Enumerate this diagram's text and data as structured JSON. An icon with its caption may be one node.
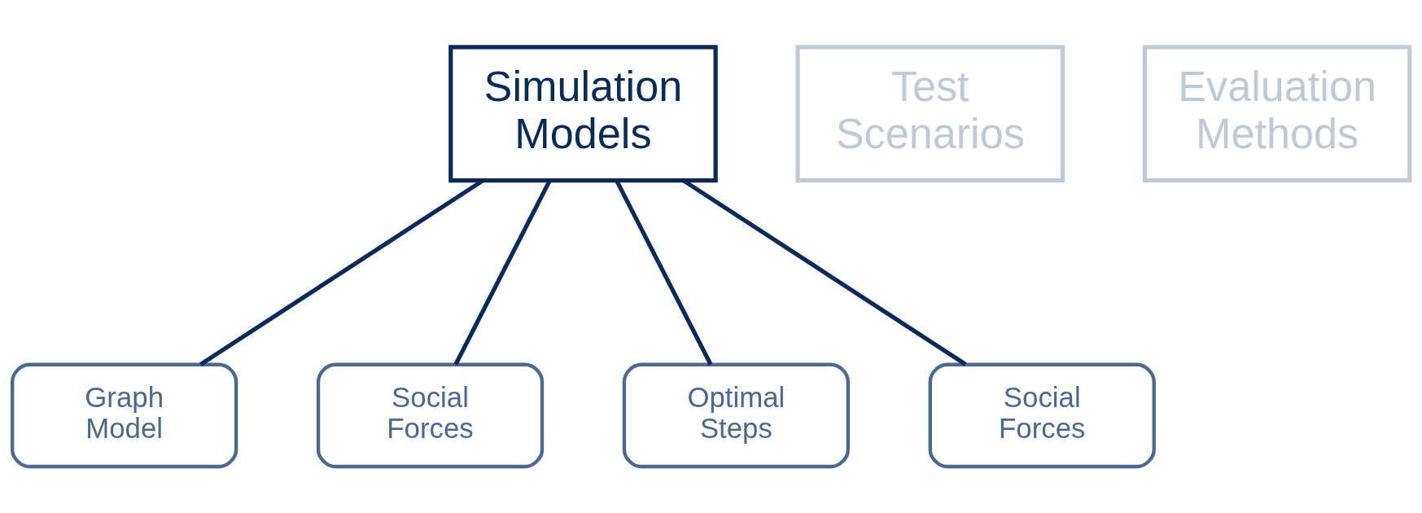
{
  "diagram": {
    "nodes": [
      {
        "text": [
          "Simulation Models"
        ]
      },
      {
        "text": [
          "Test Scenarios"
        ]
      },
      {
        "text": [
          "Evaluation Methods"
        ]
      },
      {
        "text": [
          "Graph Model"
        ]
      },
      {
        "text": [
          "Social Forces"
        ]
      },
      {
        "text": [
          "Optimal Steps"
        ]
      },
      {
        "text": [
          "Social Forces"
        ]
      }
    ],
    "edges": [
      {
        "from": 0,
        "to": 3,
        "arrow": "none"
      },
      {
        "from": 0,
        "to": 4,
        "arrow": "none"
      },
      {
        "from": 0,
        "to": 5,
        "arrow": "none"
      },
      {
        "from": 0,
        "to": 6,
        "arrow": "none"
      }
    ]
  }
}
